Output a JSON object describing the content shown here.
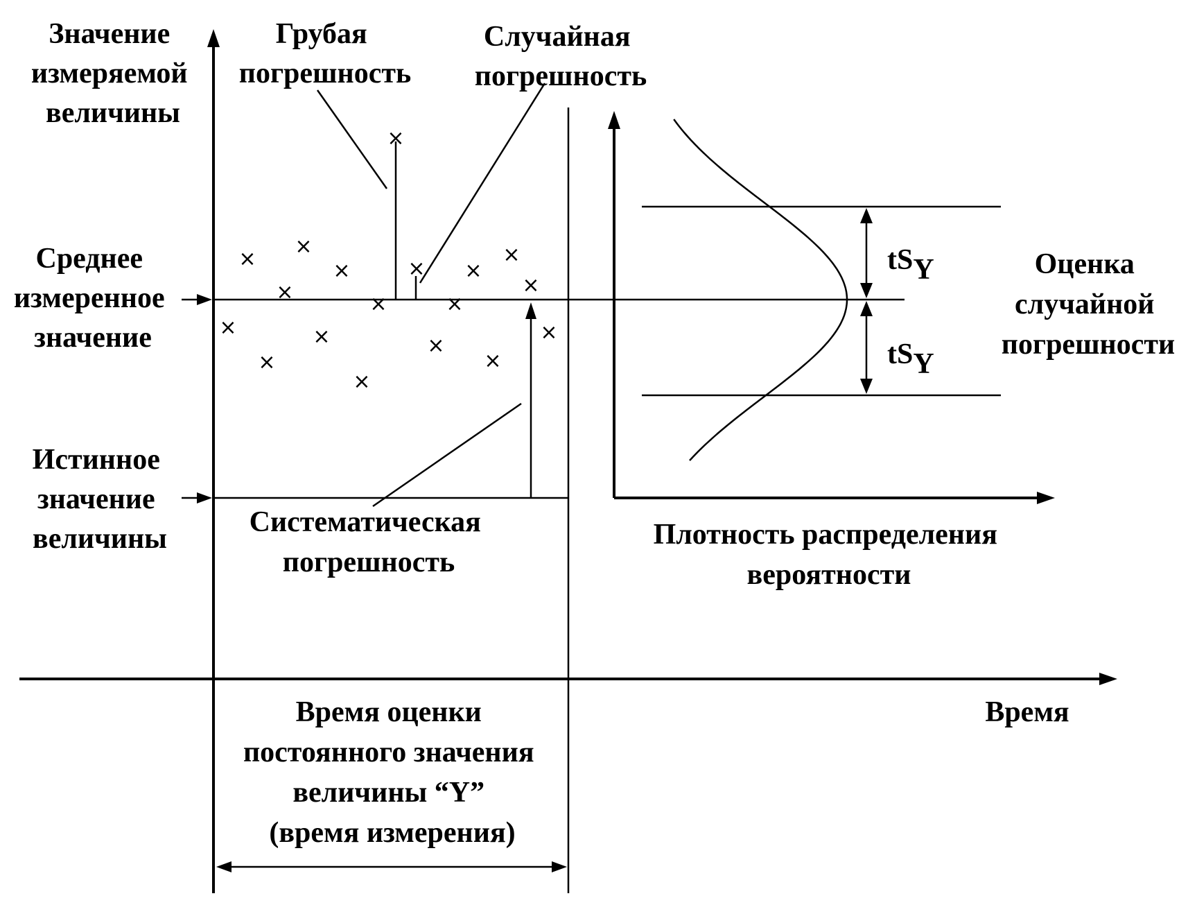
{
  "y_axis_label": [
    "Значение",
    "измеряемой",
    "величины"
  ],
  "gross_error_label": [
    "Грубая",
    "погрешность"
  ],
  "random_error_label": [
    "Случайная",
    "погрешность"
  ],
  "mean_value_label": [
    "Среднее",
    "измеренное",
    "значение"
  ],
  "true_value_label": [
    "Истинное",
    "значение",
    "величины"
  ],
  "systematic_error_label": [
    "Систематическая",
    "погрешность"
  ],
  "pdf_label": [
    "Плотность распределения",
    "вероятности"
  ],
  "random_error_estimate_label": [
    "Оценка",
    "случайной",
    "погрешности"
  ],
  "time_label": "Время",
  "measurement_time_label": [
    "Время оценки",
    "постоянного значения",
    "величины “Y”",
    "(время измерения)"
  ],
  "interval_label": {
    "main": "tS",
    "subscript": "Y"
  },
  "marker_symbol": "×",
  "colors": {
    "ink": "#000000",
    "background": "#ffffff"
  }
}
